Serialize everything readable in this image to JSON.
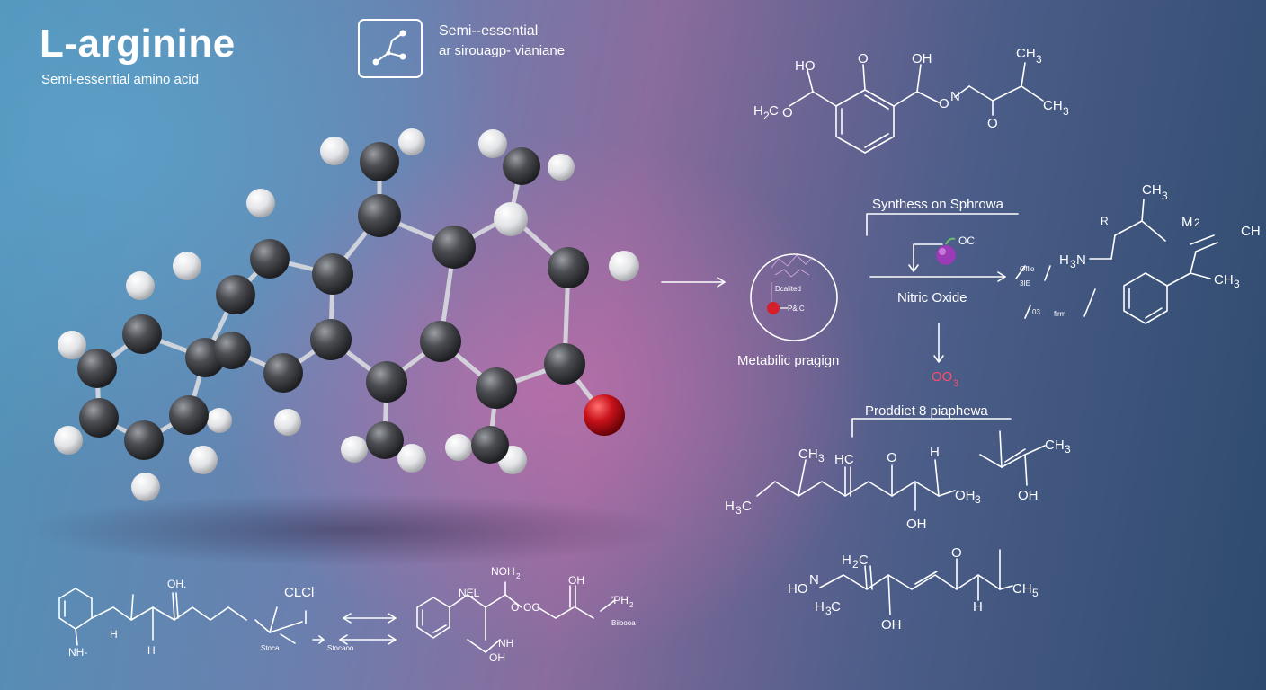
{
  "header": {
    "title": "L-arginine",
    "subtitle": "Semi-essential amino acid",
    "icon": "molecule-icon",
    "label_line1": "Semi--essential",
    "label_line2": "ar sirouagp- vianiane"
  },
  "center": {
    "metabolic_label": "Metabilic pragign",
    "circle_text_top": "Dcalited",
    "circle_text_bottom": "P& C",
    "synthesis_label": "Synthess on Sphrowa",
    "nitric_label": "Nitric Oxide",
    "oo3_label": "OO",
    "oo3_sub": "3",
    "product_label": "Proddiet 8 piaphewa",
    "grape_label": "OC",
    "side_text_1": "Oflio",
    "side_text_2": "3IE",
    "side_text_3": "03",
    "side_text_4": "firm"
  },
  "structures": {
    "top_right": [
      "HO",
      "O",
      "OH",
      "CH",
      "3",
      "H",
      "2",
      "C",
      "O",
      "O",
      "N",
      "O",
      "CH",
      "3"
    ],
    "right_mid": [
      "CH",
      "3",
      "R",
      "M",
      "2",
      "CH",
      "H",
      "3",
      "N",
      "CH",
      "3"
    ],
    "right_chain_1": [
      "CH",
      "3",
      "HC",
      "O",
      "H",
      "H",
      "3",
      "C",
      "OH",
      "3",
      "OH",
      "CH",
      "3",
      "OH"
    ],
    "right_chain_2": [
      "H",
      "2",
      "C",
      "O",
      "HO",
      "N",
      "H",
      "3",
      "C",
      "OH",
      "CH",
      "5",
      "H"
    ],
    "bottom_left": [
      "OH.",
      "NH-",
      "H",
      "H",
      "CĽCl",
      "Stoca",
      "Stocaoo"
    ],
    "bottom_mid": [
      "NOH",
      "2",
      "NEL",
      "OH",
      "O",
      "OO",
      "NH",
      "OH",
      "'PH",
      "2",
      "Biioooa"
    ]
  },
  "colors": {
    "carbon": "#45474b",
    "hydrogen": "#e8e8e8",
    "oxygen": "#c8111a",
    "line": "#ffffff",
    "accent_red": "#ff4d6d",
    "grape": "#9b3bb5"
  }
}
